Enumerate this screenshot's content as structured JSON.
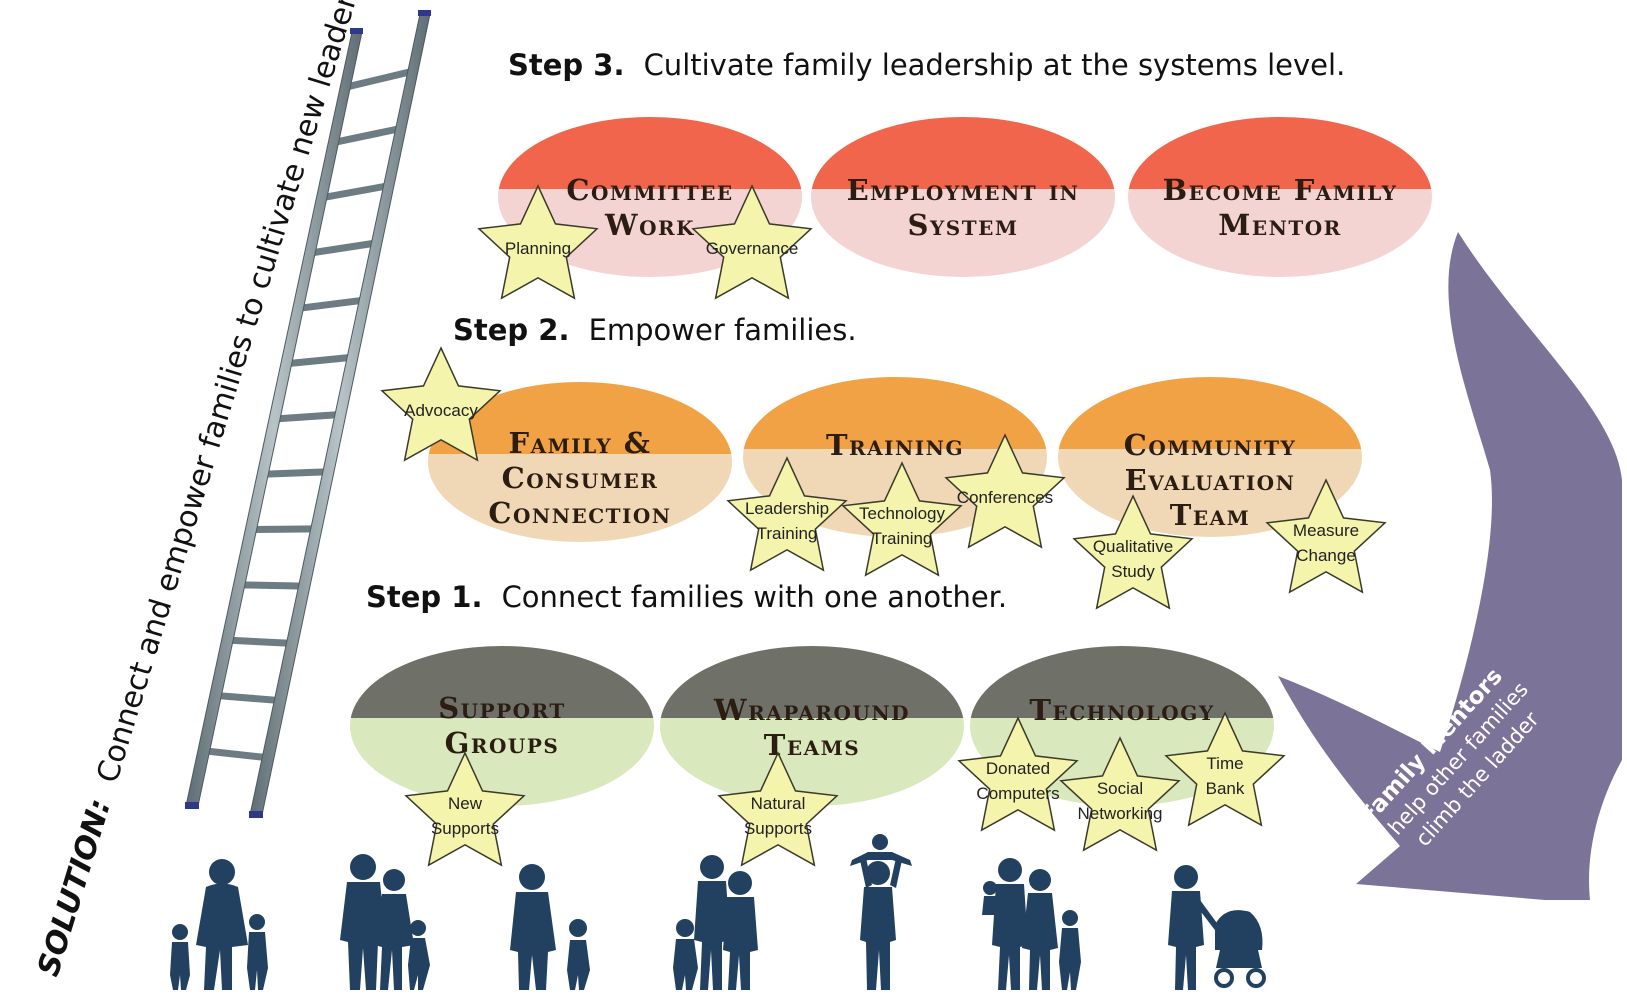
{
  "solution": {
    "label": "SOLUTION:",
    "text": "Connect and empower families to cultivate new leaders."
  },
  "steps": [
    {
      "number": "Step 3.",
      "text": "Cultivate family leadership at the systems level.",
      "color_top": "#f0654b",
      "color_bottom": "#f3d4d2",
      "ovals": [
        {
          "lines": [
            "Committee",
            "Work"
          ]
        },
        {
          "lines": [
            "Employment in",
            "System"
          ]
        },
        {
          "lines": [
            "Become Family",
            "Mentor"
          ]
        }
      ],
      "stars": [
        {
          "lines": [
            "Planning"
          ]
        },
        {
          "lines": [
            "Governance"
          ]
        }
      ]
    },
    {
      "number": "Step 2.",
      "text": "Empower families.",
      "color_top": "#f1a245",
      "color_bottom": "#f0d8b6",
      "ovals": [
        {
          "lines": [
            "Family &",
            "Consumer",
            "Connection"
          ]
        },
        {
          "lines": [
            "Training"
          ]
        },
        {
          "lines": [
            "Community",
            "Evaluation",
            "Team"
          ]
        }
      ],
      "stars": [
        {
          "lines": [
            "Advocacy"
          ]
        },
        {
          "lines": [
            "Leadership",
            "Training"
          ]
        },
        {
          "lines": [
            "Technology",
            "Training"
          ]
        },
        {
          "lines": [
            "Conferences"
          ]
        },
        {
          "lines": [
            "Qualitative",
            "Study"
          ]
        },
        {
          "lines": [
            "Measure",
            "Change"
          ]
        }
      ]
    },
    {
      "number": "Step 1.",
      "text": "Connect families with one another.",
      "color_top": "#6f7068",
      "color_bottom": "#dae9bd",
      "ovals": [
        {
          "lines": [
            "Support",
            "Groups"
          ]
        },
        {
          "lines": [
            "Wraparound",
            "Teams"
          ]
        },
        {
          "lines": [
            "Technology"
          ]
        }
      ],
      "stars": [
        {
          "lines": [
            "New",
            "Supports"
          ]
        },
        {
          "lines": [
            "Natural",
            "Supports"
          ]
        },
        {
          "lines": [
            "Donated",
            "Computers"
          ]
        },
        {
          "lines": [
            "Social",
            "Networking"
          ]
        },
        {
          "lines": [
            "Time",
            "Bank"
          ]
        }
      ]
    }
  ],
  "arrow": {
    "bold": "Family Mentors",
    "lines": [
      "help other families",
      "climb the ladder"
    ],
    "color": "#7c7399"
  },
  "colors": {
    "star_fill": "#f4f4ac",
    "star_stroke": "#3a3a2a",
    "silhouette": "#22405f",
    "ladder": "#7d8c92"
  }
}
